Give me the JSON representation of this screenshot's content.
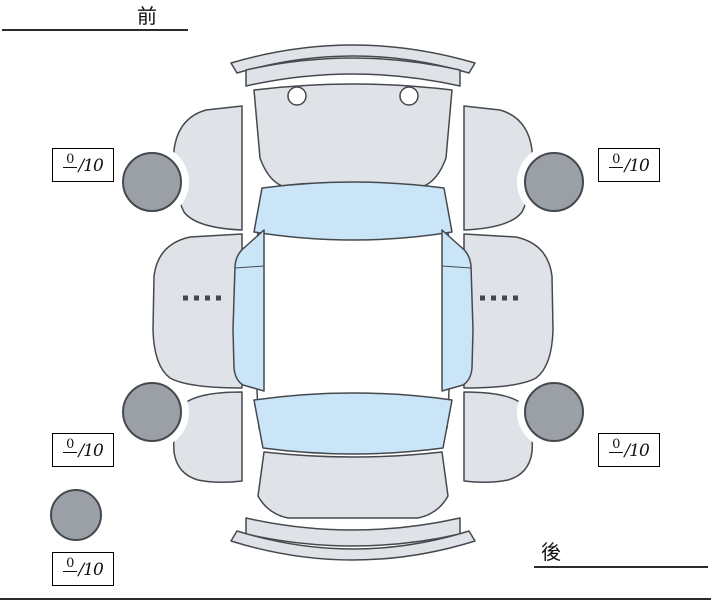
{
  "page": {
    "front_label": "前",
    "rear_label": "後"
  },
  "tire_scores": {
    "front_left": {
      "value": "0",
      "denom": "/10"
    },
    "front_right": {
      "value": "0",
      "denom": "/10"
    },
    "rear_left": {
      "value": "0",
      "denom": "/10"
    },
    "rear_right": {
      "value": "0",
      "denom": "/10"
    },
    "spare": {
      "value": "0",
      "denom": "/10"
    }
  },
  "colors": {
    "body": "#dfe3e7",
    "glass": "#c9e5f7",
    "tire": "#9aa0a5",
    "outline": "#45494e"
  }
}
